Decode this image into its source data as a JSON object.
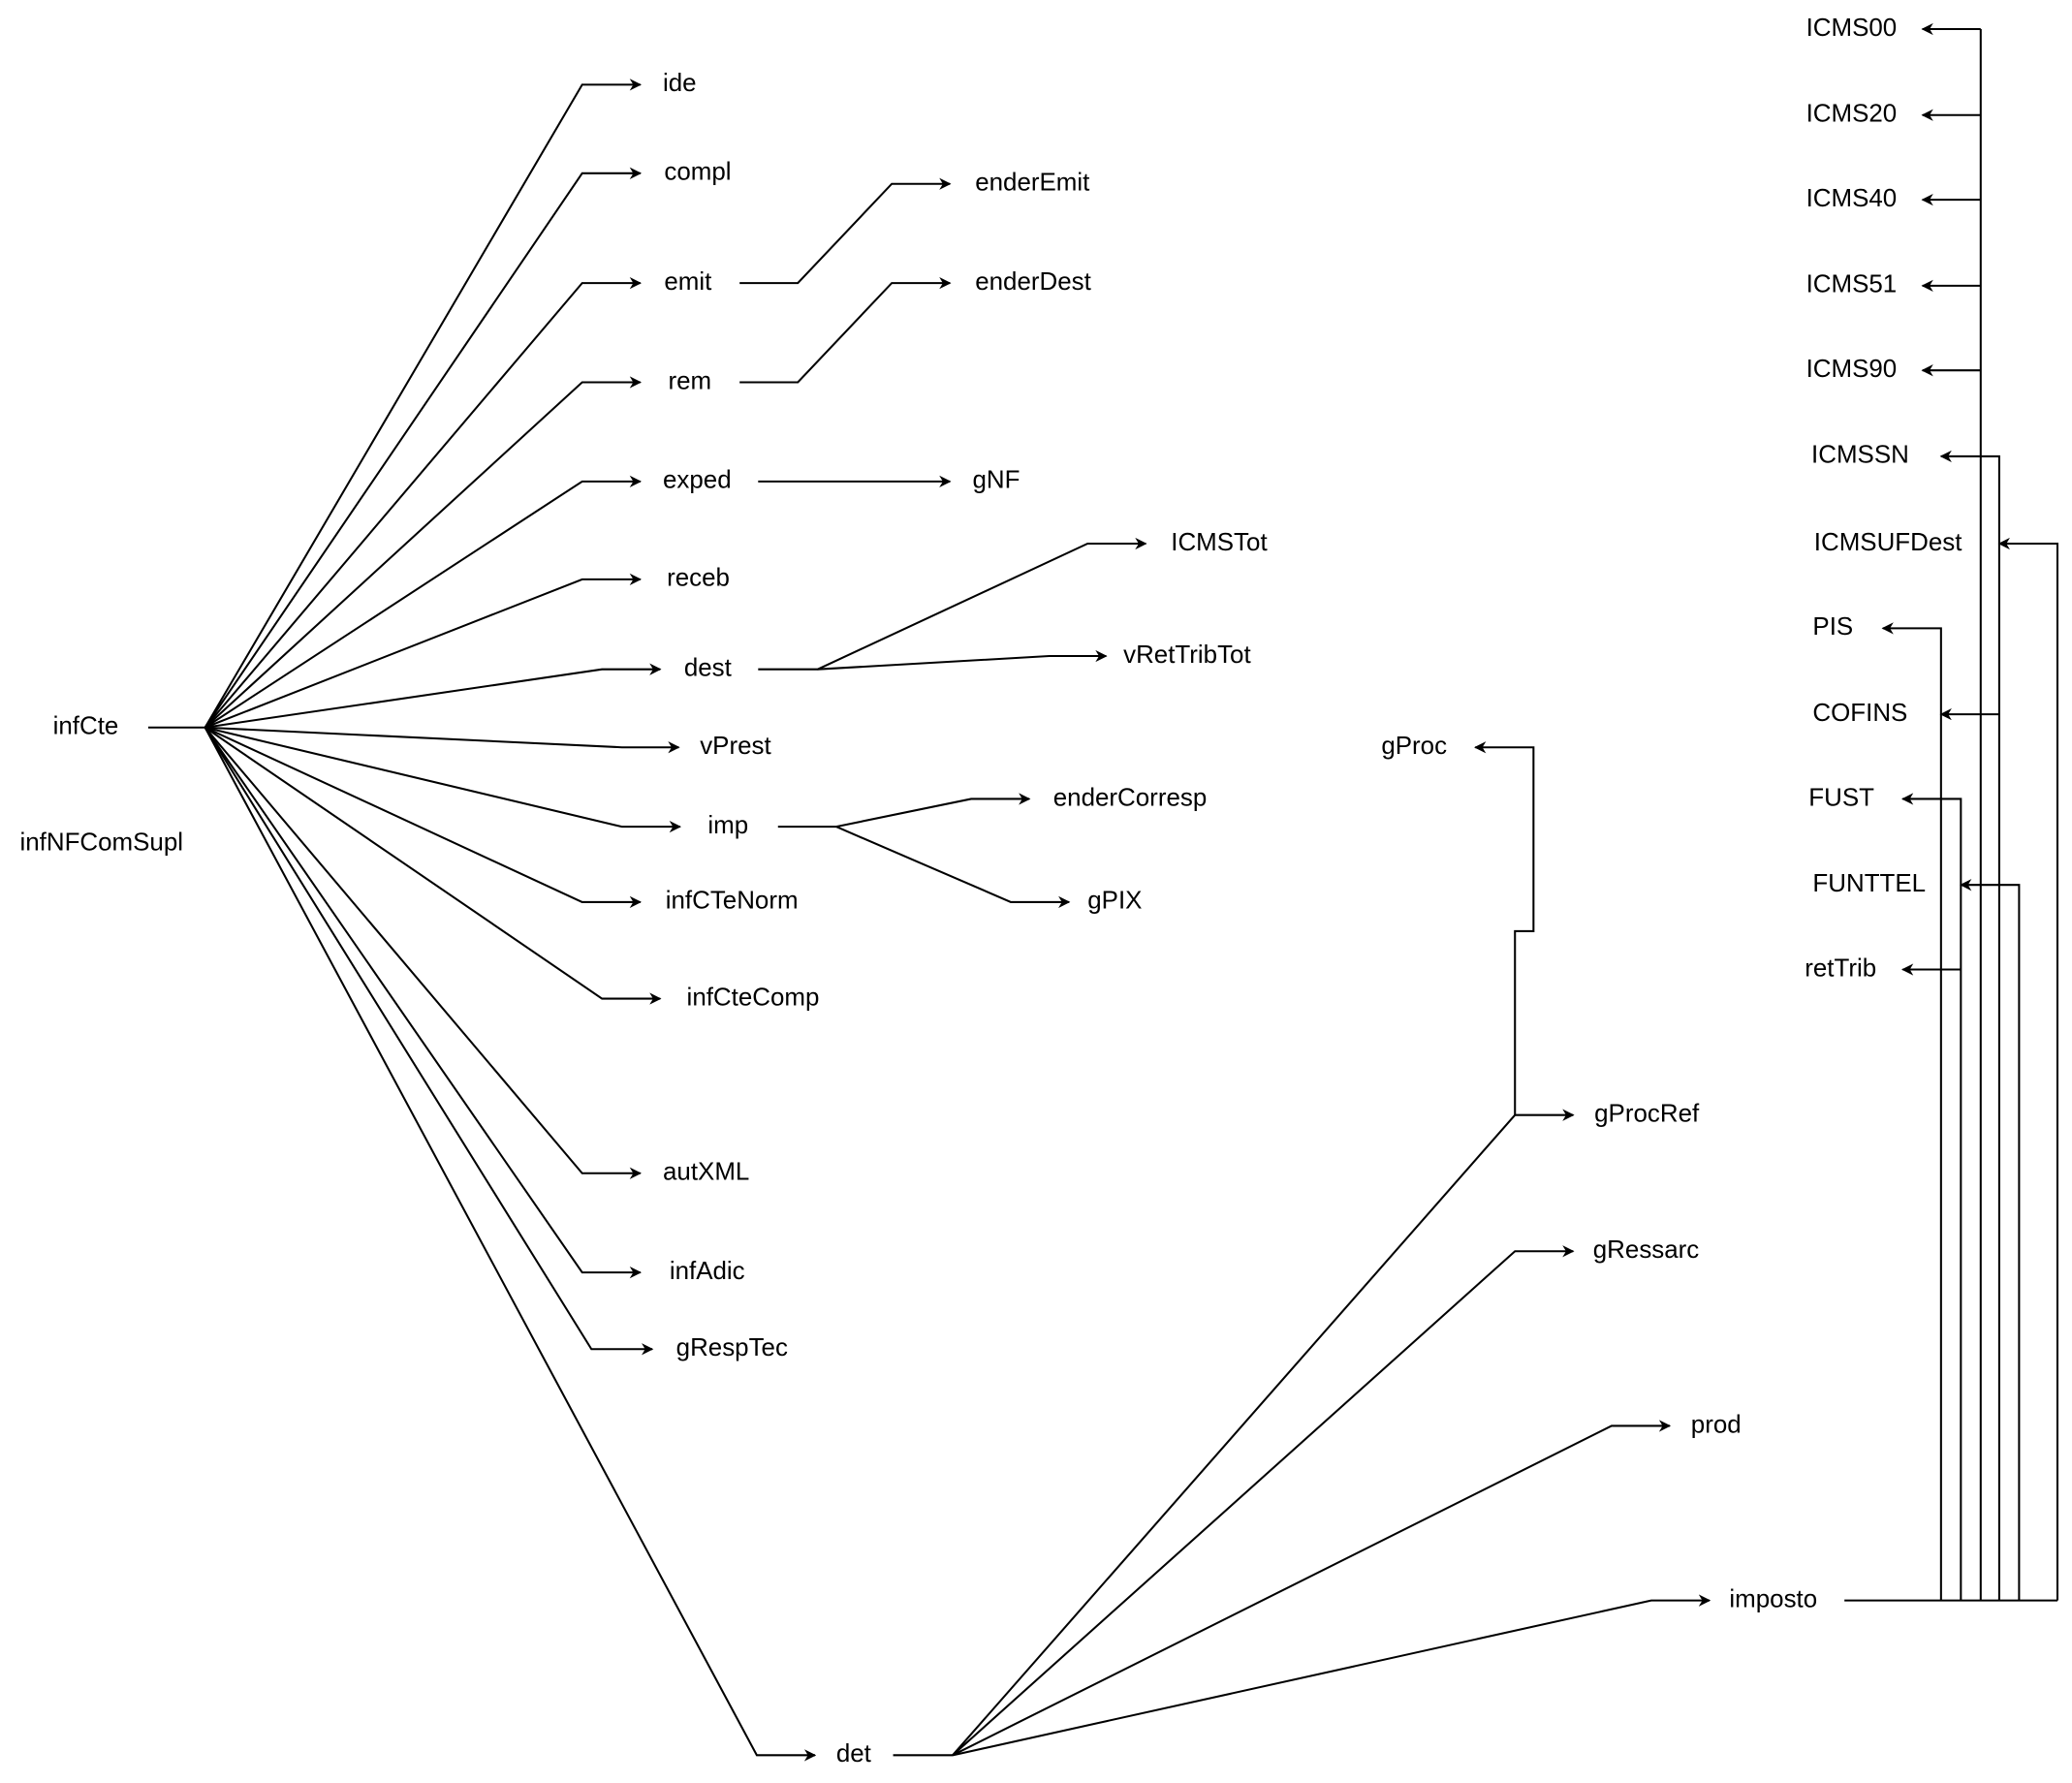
{
  "diagram": {
    "type": "tree",
    "colors": {
      "line": "#000000",
      "text": "#000000",
      "background": "#ffffff"
    },
    "roots": [
      "infCte",
      "infNFComSupl"
    ],
    "nodes": {
      "infCte": "infCte",
      "infNFComSupl": "infNFComSupl",
      "ide": "ide",
      "compl": "compl",
      "emit": "emit",
      "rem": "rem",
      "exped": "exped",
      "receb": "receb",
      "dest": "dest",
      "vPrest": "vPrest",
      "imp": "imp",
      "infCTeNorm": "infCTeNorm",
      "infCteComp": "infCteComp",
      "autXML": "autXML",
      "infAdic": "infAdic",
      "gRespTec": "gRespTec",
      "det": "det",
      "enderEmit": "enderEmit",
      "enderDest": "enderDest",
      "gNF": "gNF",
      "ICMSTot": "ICMSTot",
      "vRetTribTot": "vRetTribTot",
      "enderCorresp": "enderCorresp",
      "gPIX": "gPIX",
      "gProc": "gProc",
      "gProcRef": "gProcRef",
      "gRessarc": "gRessarc",
      "prod": "prod",
      "imposto": "imposto",
      "ICMS00": "ICMS00",
      "ICMS20": "ICMS20",
      "ICMS40": "ICMS40",
      "ICMS51": "ICMS51",
      "ICMS90": "ICMS90",
      "ICMSSN": "ICMSSN",
      "ICMSUFDest": "ICMSUFDest",
      "PIS": "PIS",
      "COFINS": "COFINS",
      "FUST": "FUST",
      "FUNTTEL": "FUNTTEL",
      "retTrib": "retTrib"
    },
    "edges": [
      [
        "infCte",
        "ide"
      ],
      [
        "infCte",
        "compl"
      ],
      [
        "infCte",
        "emit"
      ],
      [
        "infCte",
        "rem"
      ],
      [
        "infCte",
        "exped"
      ],
      [
        "infCte",
        "receb"
      ],
      [
        "infCte",
        "dest"
      ],
      [
        "infCte",
        "vPrest"
      ],
      [
        "infCte",
        "imp"
      ],
      [
        "infCte",
        "infCTeNorm"
      ],
      [
        "infCte",
        "infCteComp"
      ],
      [
        "infCte",
        "autXML"
      ],
      [
        "infCte",
        "infAdic"
      ],
      [
        "infCte",
        "gRespTec"
      ],
      [
        "infCte",
        "det"
      ],
      [
        "emit",
        "enderEmit"
      ],
      [
        "rem",
        "enderDest"
      ],
      [
        "exped",
        "gNF"
      ],
      [
        "dest",
        "ICMSTot"
      ],
      [
        "dest",
        "vRetTribTot"
      ],
      [
        "imp",
        "enderCorresp"
      ],
      [
        "imp",
        "gPIX"
      ],
      [
        "det",
        "gProcRef"
      ],
      [
        "det",
        "gRessarc"
      ],
      [
        "det",
        "prod"
      ],
      [
        "det",
        "imposto"
      ],
      [
        "gProcRef",
        "gProc"
      ],
      [
        "imposto",
        "ICMS00"
      ],
      [
        "imposto",
        "ICMS20"
      ],
      [
        "imposto",
        "ICMS40"
      ],
      [
        "imposto",
        "ICMS51"
      ],
      [
        "imposto",
        "ICMS90"
      ],
      [
        "imposto",
        "ICMSSN"
      ],
      [
        "imposto",
        "ICMSUFDest"
      ],
      [
        "imposto",
        "PIS"
      ],
      [
        "imposto",
        "COFINS"
      ],
      [
        "imposto",
        "FUST"
      ],
      [
        "imposto",
        "FUNTTEL"
      ],
      [
        "imposto",
        "retTrib"
      ]
    ]
  }
}
